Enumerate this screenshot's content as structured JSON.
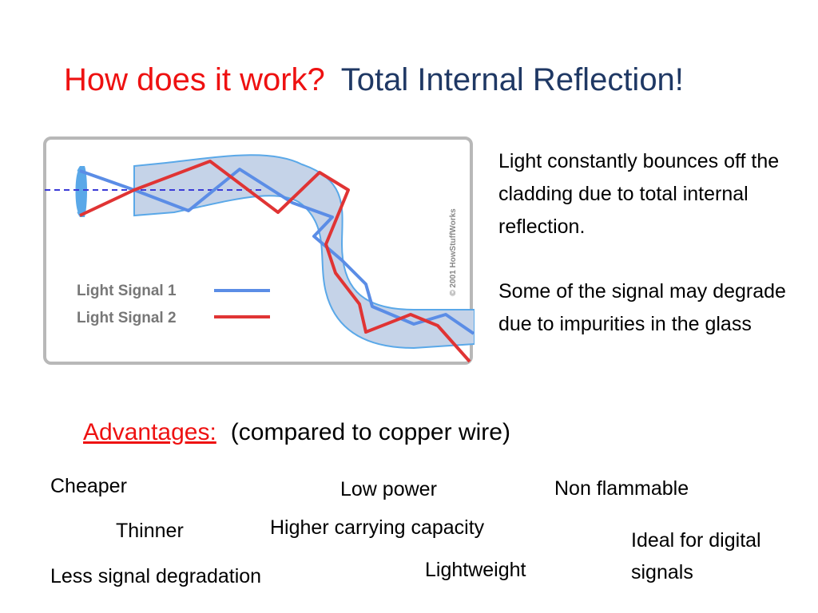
{
  "slide": {
    "title_question": "How does it work?",
    "title_answer": "Total Internal Reflection!"
  },
  "diagram": {
    "legend": [
      {
        "label": "Light Signal 1",
        "color": "#5b8de6"
      },
      {
        "label": "Light Signal 2",
        "color": "#e03434"
      }
    ],
    "copyright": "© 2001 HowStuffWorks",
    "colors": {
      "fiber_fill": "#c5d3e8",
      "fiber_edge": "#5aa8e8",
      "frame": "#b8b8b8",
      "dashed_axis": "#3b3bd6"
    }
  },
  "explanation": {
    "para1": "Light constantly bounces off the cladding due to total internal reflection.",
    "para2": "Some of the signal may degrade due to impurities in the glass"
  },
  "advantages": {
    "label": "Advantages:",
    "note": "(compared to copper wire)",
    "items": {
      "cheaper": "Cheaper",
      "low_power": "Low power",
      "non_flammable": "Non flammable",
      "thinner": "Thinner",
      "higher_capacity": "Higher carrying capacity",
      "ideal_digital": "Ideal for digital signals",
      "less_degradation": "Less signal degradation",
      "lightweight": "Lightweight"
    }
  },
  "colors": {
    "title_question": "#ee1111",
    "title_answer": "#1f3864",
    "advantages_label": "#ee1111"
  }
}
